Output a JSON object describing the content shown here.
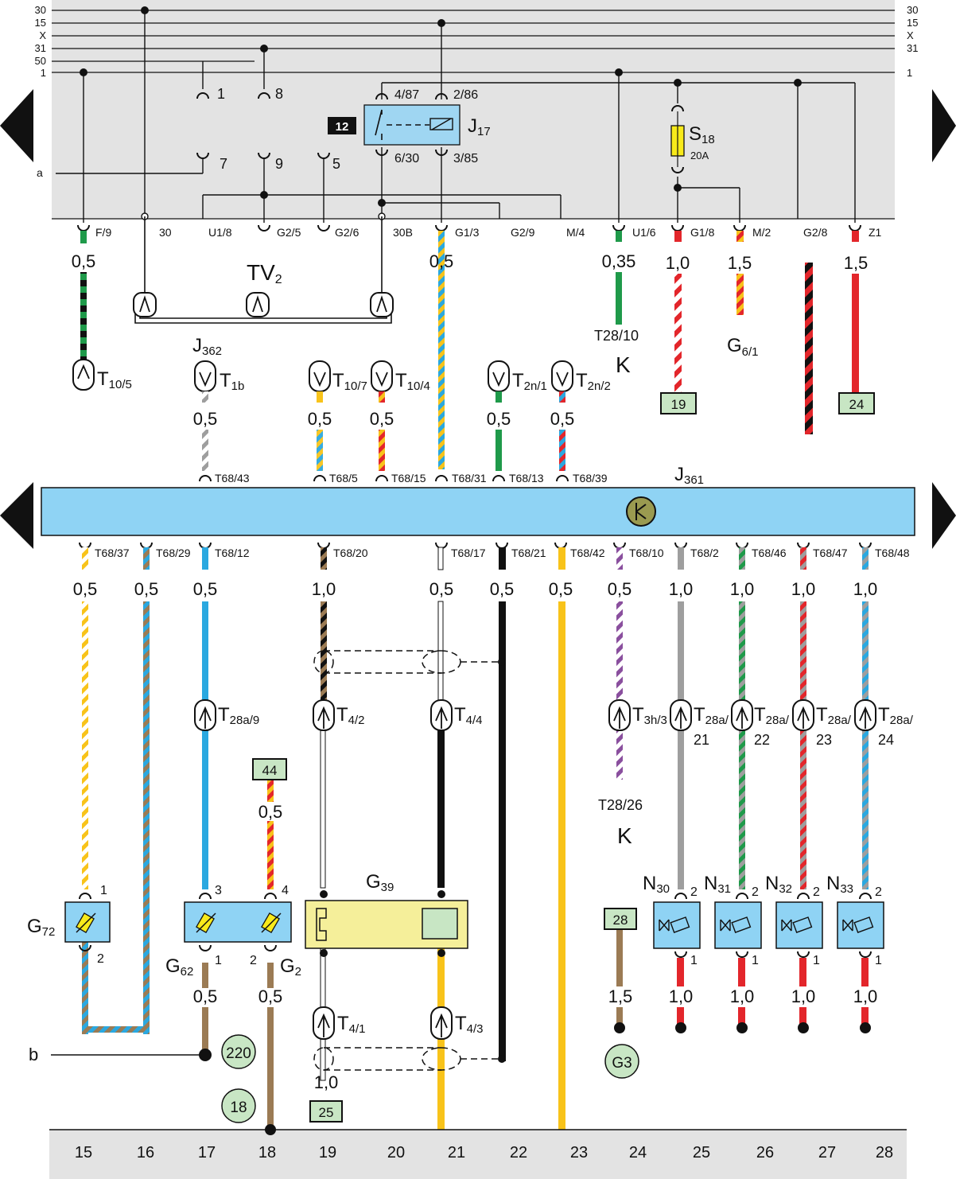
{
  "rails_left": [
    "30",
    "15",
    "X",
    "31",
    "50",
    "1"
  ],
  "rails_right": [
    "30",
    "15",
    "X",
    "31",
    "1"
  ],
  "left_labels": {
    "a": "a",
    "b": "b"
  },
  "relay_panel": {
    "slots": [
      {
        "n": "1"
      },
      {
        "n": "8"
      },
      {
        "n": "7"
      },
      {
        "n": "9"
      },
      {
        "n": "5"
      }
    ],
    "relay": {
      "tag": "12",
      "name": "J17",
      "name_main": "J",
      "name_sub": "17",
      "pins": [
        "4/87",
        "2/86",
        "6/30",
        "3/85"
      ]
    },
    "fuse": {
      "name_main": "S",
      "name_sub": "18",
      "rating": "20A"
    },
    "connectors": [
      "F/9",
      "30",
      "U1/8",
      "G2/5",
      "G2/6",
      "30B",
      "G1/3",
      "G2/9",
      "M/4",
      "U1/6",
      "G1/8",
      "M/2",
      "G2/8",
      "Z1"
    ]
  },
  "wires_upper": {
    "gauges": [
      "0,5",
      "0,5",
      "0,35",
      "1,0",
      "1,5",
      "1,5"
    ],
    "labels": {
      "tv": "TV",
      "tv_sub": "2",
      "t10_5": "T",
      "t10_5_sub": "10/5",
      "t28_10": "T28/10",
      "k1": "K",
      "g6": "G",
      "g6_sub": "6/1",
      "ref19": "19",
      "ref24": "24"
    }
  },
  "mid_connectors": {
    "j362": "J",
    "j362_sub": "362",
    "items": [
      {
        "main": "T",
        "sub": "1b"
      },
      {
        "main": "T",
        "sub": "10/7"
      },
      {
        "main": "T",
        "sub": "10/4"
      },
      {
        "main": "T",
        "sub": "2n/1"
      },
      {
        "main": "T",
        "sub": "2n/2"
      }
    ],
    "gauges": [
      "0,5",
      "0,5",
      "0,5",
      "0,5",
      "0,5"
    ]
  },
  "ecu": {
    "name_main": "J",
    "name_sub": "361",
    "top_pins": [
      "T68/43",
      "T68/5",
      "T68/15",
      "T68/31",
      "T68/13",
      "T68/39"
    ],
    "bottom_pins": [
      "T68/37",
      "T68/29",
      "T68/12",
      "T68/20",
      "T68/17",
      "T68/21",
      "T68/42",
      "T68/10",
      "T68/2",
      "T68/46",
      "T68/47",
      "T68/48"
    ],
    "bottom_gauges": [
      "0,5",
      "0,5",
      "0,5",
      "1,0",
      "0,5",
      "0,5",
      "0,5",
      "0,5",
      "1,0",
      "1,0",
      "1,0",
      "1,0"
    ]
  },
  "lower": {
    "connectors": [
      {
        "main": "T",
        "sub": "28a/9"
      },
      {
        "main": "T",
        "sub": "4/2"
      },
      {
        "main": "T",
        "sub": "4/4"
      },
      {
        "main": "T",
        "sub": "3h/3"
      },
      {
        "main": "T",
        "sub": "28a/",
        "sub2": "21"
      },
      {
        "main": "T",
        "sub": "28a/",
        "sub2": "22"
      },
      {
        "main": "T",
        "sub": "28a/",
        "sub2": "23"
      },
      {
        "main": "T",
        "sub": "28a/",
        "sub2": "24"
      },
      {
        "main": "T",
        "sub": "4/1"
      },
      {
        "main": "T",
        "sub": "4/3"
      }
    ],
    "t28_26": "T28/26",
    "k2": "K",
    "ref44": "44",
    "g44_gauge": "0,5",
    "sensors": {
      "g72": {
        "main": "G",
        "sub": "72",
        "p1": "1",
        "p2": "2"
      },
      "g62": {
        "main": "G",
        "sub": "62",
        "p3": "3",
        "p1": "1"
      },
      "g2": {
        "main": "G",
        "sub": "2",
        "p4": "4",
        "p2": "2"
      },
      "g39": {
        "main": "G",
        "sub": "39"
      }
    },
    "valves": [
      {
        "main": "N",
        "sub": "30"
      },
      {
        "main": "N",
        "sub": "31"
      },
      {
        "main": "N",
        "sub": "32"
      },
      {
        "main": "N",
        "sub": "33"
      }
    ],
    "valve_pin_top": "2",
    "valve_pin_bot": "1",
    "valve_gauges": [
      "1,0",
      "1,0",
      "1,0",
      "1,0"
    ],
    "ref28": "28",
    "ref28_gauge": "1,5",
    "g62_gauge": "0,5",
    "g2_gauge": "0,5",
    "t41_gauge": "1,0",
    "ref25": "25",
    "ground_220": "220",
    "ground_18": "18",
    "ground_g3": "G3"
  },
  "columns": [
    "15",
    "16",
    "17",
    "18",
    "19",
    "20",
    "21",
    "22",
    "23",
    "24",
    "25",
    "26",
    "27",
    "28"
  ],
  "colors": {
    "panel": "#e3e3e3",
    "ecu": "#8fd3f4",
    "relay": "#9fd6f2",
    "ref_box": "#c8e6c4",
    "yellow": "#f8c31a",
    "blue": "#2aa8e0",
    "green": "#1f9a4a",
    "red": "#e3262b",
    "brown": "#9b7b54",
    "grey": "#9e9e9e",
    "black": "#111111",
    "violet": "#8a4f9e"
  }
}
